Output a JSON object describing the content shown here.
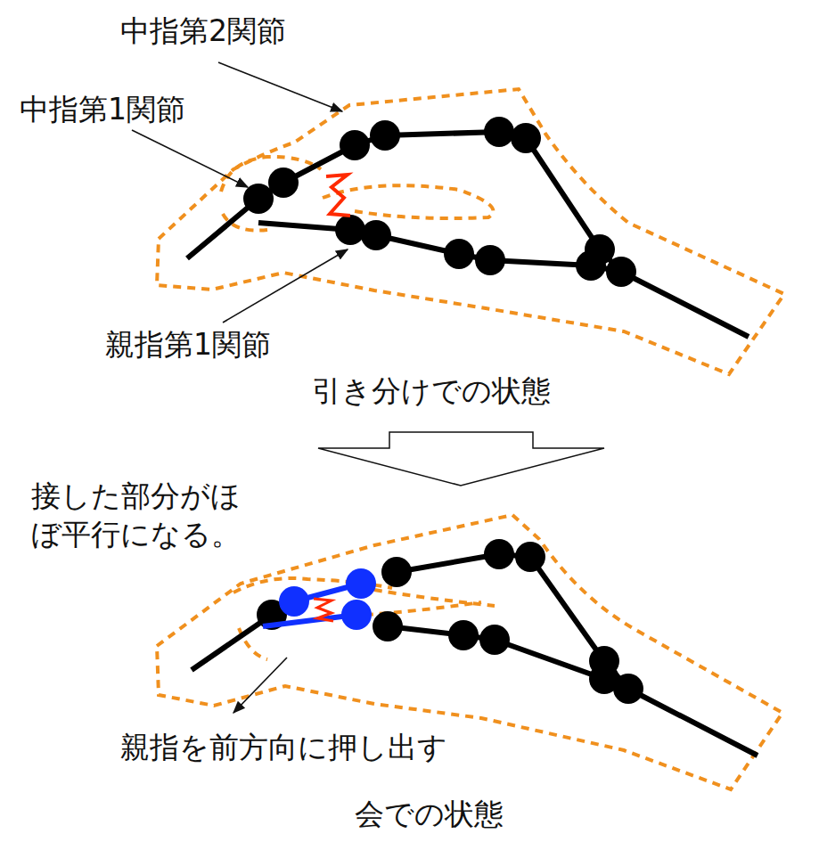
{
  "diagram": {
    "labels": [
      "中指第2関節",
      "中指第1関節",
      "親指第1関節",
      "引き分けでの状態",
      "接した部分がほ ぼ平行になる。",
      "親指を前方向に押し出す",
      "会での状態"
    ]
  }
}
